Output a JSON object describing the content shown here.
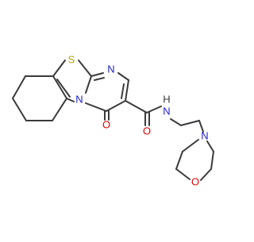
{
  "molecule": {
    "atoms": {
      "sulfur": "S",
      "ring_n_top": "N",
      "ring_n_bottom": "N",
      "carbonyl_o": "O",
      "amide_o": "O",
      "amide_nh": "N",
      "amide_h": "H",
      "morpholine_n": "N",
      "morpholine_o": "O"
    },
    "colors": {
      "bond": "#3a3a3a",
      "sulfur": "#b8a000",
      "nitrogen": "#2020cc",
      "oxygen": "#dd0000",
      "hydrogen": "#3a3a3a"
    }
  }
}
